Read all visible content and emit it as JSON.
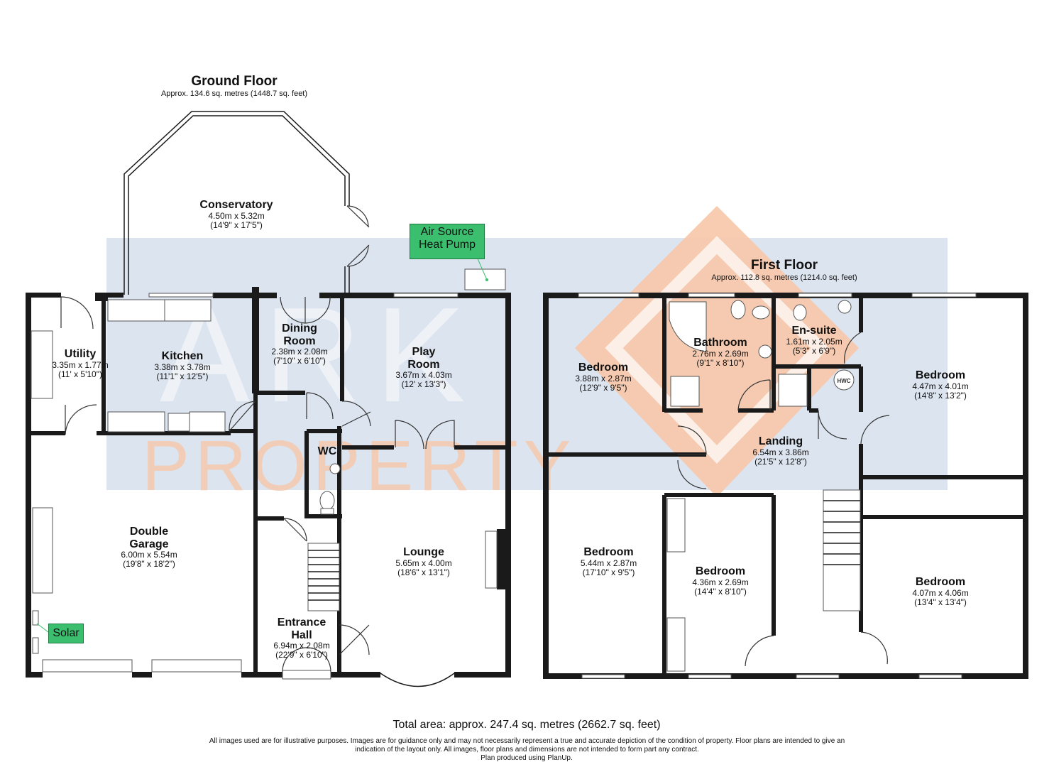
{
  "watermark": {
    "line1": "ARK",
    "line2": "PROPERTY",
    "band_color": "#dbe4ef",
    "diamond_color": "#f7c7a8"
  },
  "ground_floor": {
    "title": "Ground Floor",
    "area": "Approx. 134.6 sq. metres (1448.7 sq. feet)",
    "rooms": [
      {
        "name": "Conservatory",
        "dim": "4.50m x 5.32m",
        "imp": "(14'9\" x 17'5\")"
      },
      {
        "name": "Utility",
        "dim": "3.35m x 1.77m",
        "imp": "(11' x 5'10\")"
      },
      {
        "name": "Kitchen",
        "dim": "3.38m x 3.78m",
        "imp": "(11'1\" x 12'5\")"
      },
      {
        "name": "Dining\nRoom",
        "dim": "2.38m x 2.08m",
        "imp": "(7'10\" x 6'10\")"
      },
      {
        "name": "Play\nRoom",
        "dim": "3.67m x 4.03m",
        "imp": "(12' x 13'3\")"
      },
      {
        "name": "WC",
        "dim": "",
        "imp": ""
      },
      {
        "name": "Double\nGarage",
        "dim": "6.00m x 5.54m",
        "imp": "(19'8\" x 18'2\")"
      },
      {
        "name": "Lounge",
        "dim": "5.65m x 4.00m",
        "imp": "(18'6\" x 13'1\")"
      },
      {
        "name": "Entrance\nHall",
        "dim": "6.94m x 2.08m",
        "imp": "(22'9\" x 6'10\")"
      }
    ],
    "tags": {
      "heat_pump": "Air Source\nHeat Pump",
      "solar": "Solar"
    }
  },
  "first_floor": {
    "title": "First Floor",
    "area": "Approx. 112.8 sq. metres (1214.0 sq. feet)",
    "rooms": [
      {
        "name": "Bedroom",
        "dim": "3.88m x 2.87m",
        "imp": "(12'9\" x 9'5\")"
      },
      {
        "name": "Bathroom",
        "dim": "2.76m x 2.69m",
        "imp": "(9'1\" x 8'10\")"
      },
      {
        "name": "En-suite",
        "dim": "1.61m x 2.05m",
        "imp": "(5'3\" x 6'9\")"
      },
      {
        "name": "Bedroom",
        "dim": "4.47m x 4.01m",
        "imp": "(14'8\" x 13'2\")"
      },
      {
        "name": "Landing",
        "dim": "6.54m x 3.86m",
        "imp": "(21'5\" x 12'8\")"
      },
      {
        "name": "Bedroom",
        "dim": "5.44m x 2.87m",
        "imp": "(17'10\" x 9'5\")"
      },
      {
        "name": "Bedroom",
        "dim": "4.36m x 2.69m",
        "imp": "(14'4\" x 8'10\")"
      },
      {
        "name": "Bedroom",
        "dim": "4.07m x 4.06m",
        "imp": "(13'4\" x 13'4\")"
      }
    ],
    "hwc": "HWC"
  },
  "footer": {
    "total": "Total area: approx. 247.4 sq. metres (2662.7 sq. feet)",
    "disclaimer1": "All images used are for illustrative purposes. Images are for guidance only and may not necessarily represent a true and accurate depiction of the condition of property. Floor plans are intended to give an",
    "disclaimer2": "indication of the layout only. All images, floor plans and dimensions are not intended to form part any contract.",
    "credit": "Plan produced using PlanUp."
  }
}
